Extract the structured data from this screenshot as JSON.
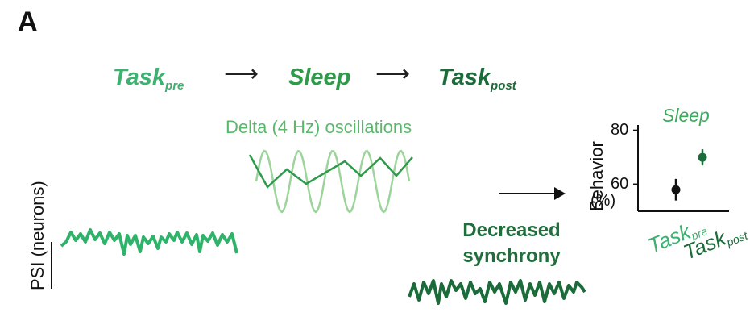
{
  "panel_label": "A",
  "flow": {
    "task_pre": {
      "main": "Task",
      "sub": "pre",
      "color": "#3cb170"
    },
    "sleep": {
      "main": "Sleep",
      "color": "#2e9a4a"
    },
    "task_post": {
      "main": "Task",
      "sub": "post",
      "color": "#1c6b3a"
    },
    "arrow": "⟶"
  },
  "delta_label": "Delta (4 Hz) oscillations",
  "psi_label": "PSI (neurons)",
  "decreased_label_line1": "Decreased",
  "decreased_label_line2": "synchrony",
  "chart_data": {
    "type": "scatter",
    "title": "Sleep",
    "ylabel": "Behavior (%)",
    "ylabel_main": "Behavior",
    "ylabel_unit": "(%)",
    "yticks": [
      60,
      80
    ],
    "ylim": [
      50,
      82
    ],
    "categories": [
      {
        "main": "Task",
        "sub": "pre",
        "color": "#3cb170"
      },
      {
        "main": "Task",
        "sub": "post",
        "color": "#1c6b3a"
      }
    ],
    "points": [
      {
        "category": "Task pre",
        "value": 58,
        "error": 4,
        "color": "#111111"
      },
      {
        "category": "Task post",
        "value": 70,
        "error": 3,
        "color": "#1c6b3a"
      }
    ]
  }
}
